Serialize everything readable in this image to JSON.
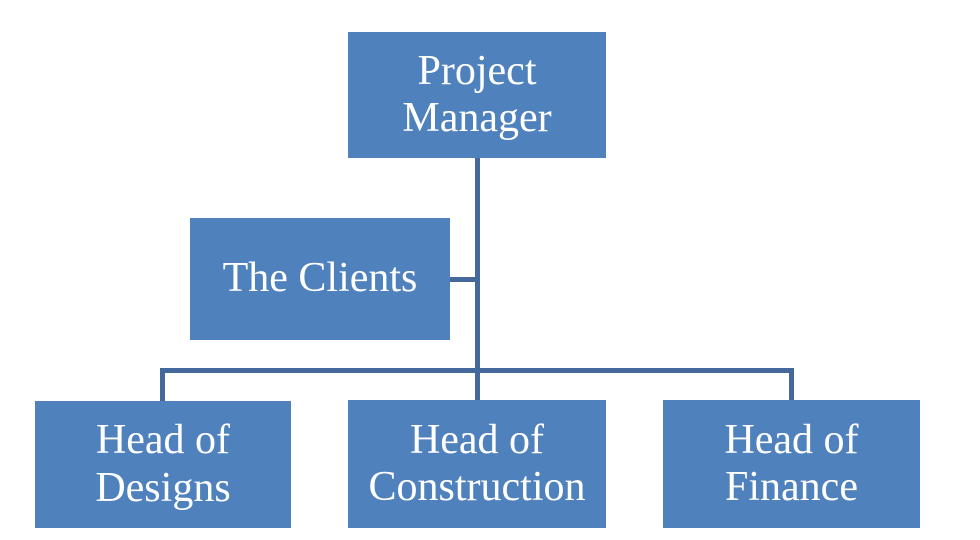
{
  "diagram": {
    "type": "org-chart",
    "nodes": {
      "project_manager": {
        "label": "Project Manager"
      },
      "the_clients": {
        "label": "The Clients"
      },
      "head_of_designs": {
        "label": "Head of Designs"
      },
      "head_of_construction": {
        "label": "Head of Construction"
      },
      "head_of_finance": {
        "label": "Head of Finance"
      }
    },
    "edges": [
      {
        "from": "project_manager",
        "to": "head_of_designs",
        "style": "elbow"
      },
      {
        "from": "project_manager",
        "to": "head_of_construction",
        "style": "straight"
      },
      {
        "from": "project_manager",
        "to": "head_of_finance",
        "style": "elbow"
      },
      {
        "from": "the_clients",
        "to": "project_manager",
        "style": "assistant-stub"
      }
    ],
    "colors": {
      "node_fill": "#4F81BD",
      "node_text": "#FFFFFF",
      "connector": "#44679C",
      "background": "#FFFFFF"
    }
  }
}
